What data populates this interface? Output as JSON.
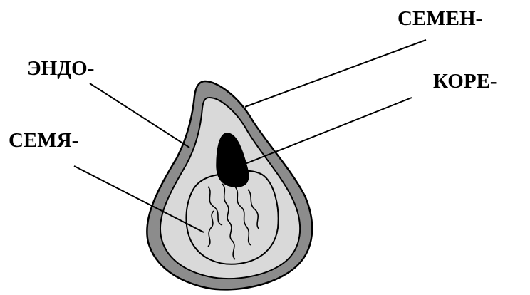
{
  "labels": {
    "seed_coat": "СЕМЕН-",
    "endosperm": "ЭНДО-",
    "radicle": "КОРЕ-",
    "cotyledon": "СЕМЯ-"
  },
  "colors": {
    "seed_coat": "#8c8c8c",
    "endosperm": "#d9d9d9",
    "embryo": "#d9d9d9",
    "radicle": "#000000",
    "outline": "#000000",
    "background": "#ffffff"
  }
}
